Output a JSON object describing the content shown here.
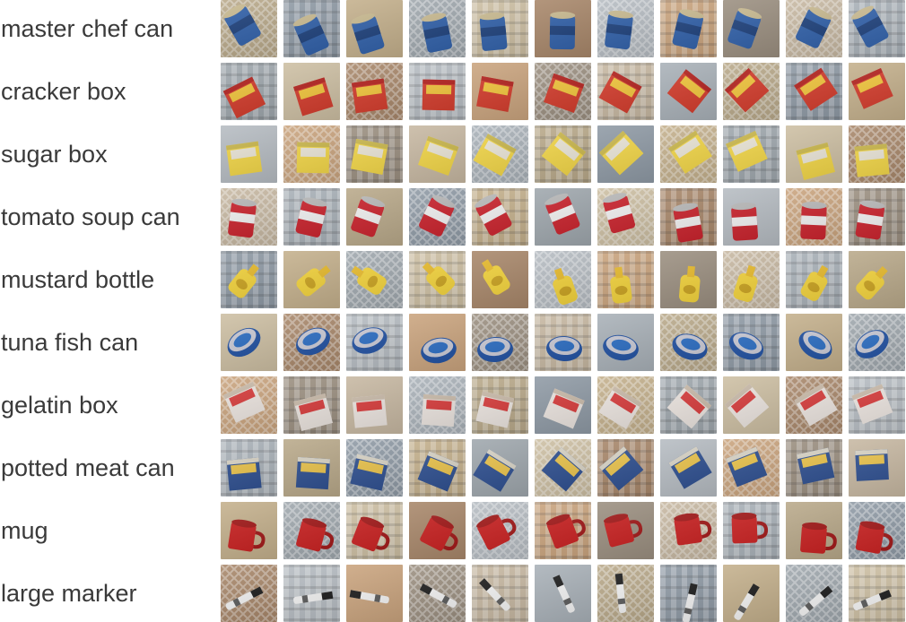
{
  "rows": [
    {
      "label": "master chef can",
      "object": "can",
      "colors": [
        "#2f5fa8",
        "#1c3f7a",
        "#c8b98f"
      ]
    },
    {
      "label": "cracker box",
      "object": "box",
      "colors": [
        "#d23a2a",
        "#f0c43a",
        "#b2201c"
      ]
    },
    {
      "label": "sugar box",
      "object": "box",
      "colors": [
        "#f1d546",
        "#e9e4d6",
        "#c9b64a"
      ]
    },
    {
      "label": "tomato soup can",
      "object": "can",
      "colors": [
        "#c8202a",
        "#efefef",
        "#b7b7b7"
      ]
    },
    {
      "label": "mustard bottle",
      "object": "bottle",
      "colors": [
        "#f2d23a",
        "#e6b92a",
        "#c9a11e"
      ]
    },
    {
      "label": "tuna fish can",
      "object": "flatcan",
      "colors": [
        "#1f4fa0",
        "#c9c9d4",
        "#2a6cc2"
      ]
    },
    {
      "label": "gelatin box",
      "object": "box",
      "colors": [
        "#eae3de",
        "#d63a3a",
        "#c8b9a8"
      ]
    },
    {
      "label": "potted meat can",
      "object": "box",
      "colors": [
        "#2d4e8f",
        "#e9c24a",
        "#d7d2c4"
      ]
    },
    {
      "label": "mug",
      "object": "mug",
      "colors": [
        "#c81f1f",
        "#a01616",
        "#f0c43a"
      ]
    },
    {
      "label": "large marker",
      "object": "marker",
      "colors": [
        "#1b1b1b",
        "#f2f2f2",
        "#5a5a5a"
      ]
    }
  ],
  "backgrounds": [
    "#b9a98a",
    "#8f9aa5",
    "#c4b08c",
    "#9fa7ad",
    "#cdbfa3",
    "#a8876a",
    "#b6bcc2",
    "#caa47e",
    "#9b8f80",
    "#c7b8a2",
    "#a9b1b8"
  ],
  "columns": 11
}
